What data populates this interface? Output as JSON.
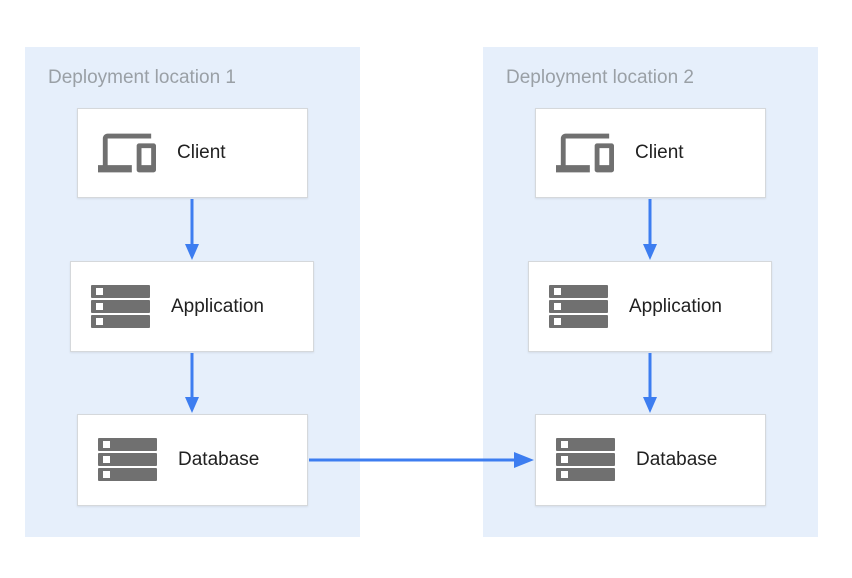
{
  "theme": {
    "panel_bg": "#e6effb",
    "arrow_color": "#3d7df0",
    "icon_color": "#707070",
    "title_color": "#9aa0a6",
    "box_border": "#d5d8db",
    "label_color": "#212121",
    "box_bg": "#ffffff",
    "page_bg": "#ffffff"
  },
  "diagram": {
    "groups": [
      {
        "title": "Deployment location 1",
        "nodes": [
          {
            "id": "client-1",
            "label": "Client",
            "icon": "devices-icon"
          },
          {
            "id": "application-1",
            "label": "Application",
            "icon": "server-stack-icon"
          },
          {
            "id": "database-1",
            "label": "Database",
            "icon": "server-stack-icon"
          }
        ]
      },
      {
        "title": "Deployment location 2",
        "nodes": [
          {
            "id": "client-2",
            "label": "Client",
            "icon": "devices-icon"
          },
          {
            "id": "application-2",
            "label": "Application",
            "icon": "server-stack-icon"
          },
          {
            "id": "database-2",
            "label": "Database",
            "icon": "server-stack-icon"
          }
        ]
      }
    ],
    "connections": [
      {
        "from": "client-1",
        "to": "application-1"
      },
      {
        "from": "application-1",
        "to": "database-1"
      },
      {
        "from": "client-2",
        "to": "application-2"
      },
      {
        "from": "application-2",
        "to": "database-2"
      },
      {
        "from": "database-1",
        "to": "database-2"
      }
    ]
  }
}
